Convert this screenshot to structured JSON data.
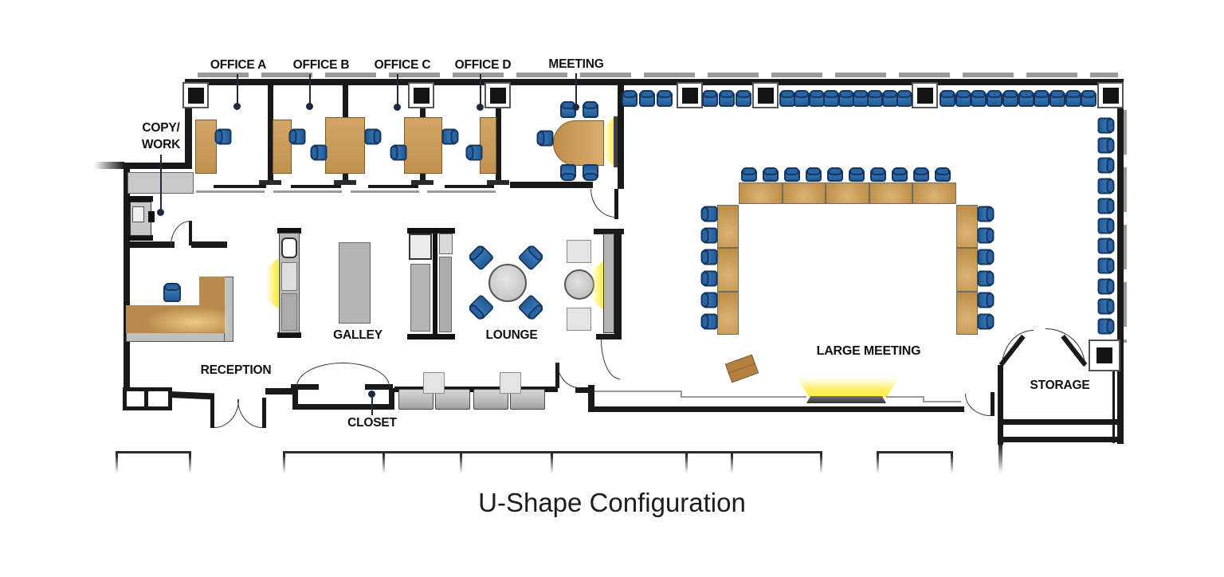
{
  "title": "U-Shape Configuration",
  "rooms": {
    "office_a": {
      "label": "OFFICE A"
    },
    "office_b": {
      "label": "OFFICE B"
    },
    "office_c": {
      "label": "OFFICE C"
    },
    "office_d": {
      "label": "OFFICE D"
    },
    "meeting": {
      "label": "MEETING"
    },
    "copy_work": {
      "label_line1": "COPY/",
      "label_line2": "WORK"
    },
    "reception": {
      "label": "RECEPTION"
    },
    "galley": {
      "label": "GALLEY"
    },
    "lounge": {
      "label": "LOUNGE"
    },
    "closet": {
      "label": "CLOSET"
    },
    "large_meeting": {
      "label": "LARGE MEETING"
    },
    "storage": {
      "label": "STORAGE"
    }
  },
  "colors": {
    "wall": "#191919",
    "desk_tan": "#c79a58",
    "chair_blue": "#2e6cab",
    "chair_outline": "#14365f",
    "screen_yellow": "#ffe93d",
    "counter_gray": "#b5b5b5",
    "leader_navy": "#1c2940"
  },
  "furniture": {
    "large_meeting_perimeter": {
      "top_chair_groups": [
        3,
        3,
        9,
        10
      ],
      "right_wall_chairs": 11,
      "top_columns": 4
    },
    "u_shape": {
      "top_tables": 5,
      "top_chairs": 10,
      "left_tables": 3,
      "left_chairs": 6,
      "right_tables": 3,
      "right_chairs": 6
    },
    "meeting_room_chairs": 5,
    "lounge_table_chairs": 4,
    "office_desk_chairs": 7,
    "reception_chairs": 1,
    "office_desks": 5
  }
}
